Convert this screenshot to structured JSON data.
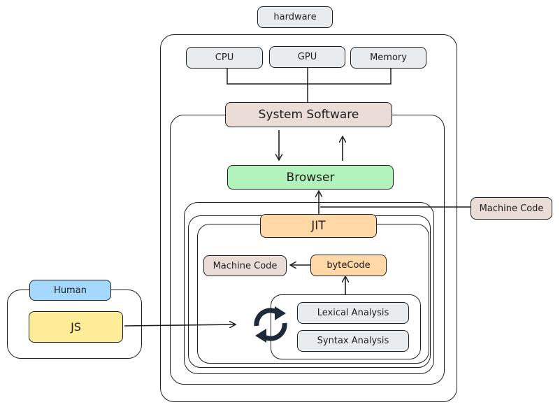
{
  "hardware": {
    "label": "hardware",
    "items": [
      "CPU",
      "GPU",
      "Memory"
    ]
  },
  "system_software": {
    "label": "System Software"
  },
  "browser": {
    "label": "Browser"
  },
  "jit": {
    "label": "JIT",
    "machine_code": "Machine Code",
    "bytecode": "byteCode",
    "lexical": "Lexical Analysis",
    "syntax": "Syntax Analysis"
  },
  "machine_code_external": "Machine Code",
  "human": {
    "label": "Human",
    "js": "JS"
  },
  "colors": {
    "gray": "#e9ecef",
    "tan": "#eaddd7",
    "green": "#b2f2bb",
    "orange": "#ffd8a8",
    "yellow": "#ffec99",
    "blue": "#a5d8ff",
    "cycle_icon": "#1e2a3a"
  }
}
